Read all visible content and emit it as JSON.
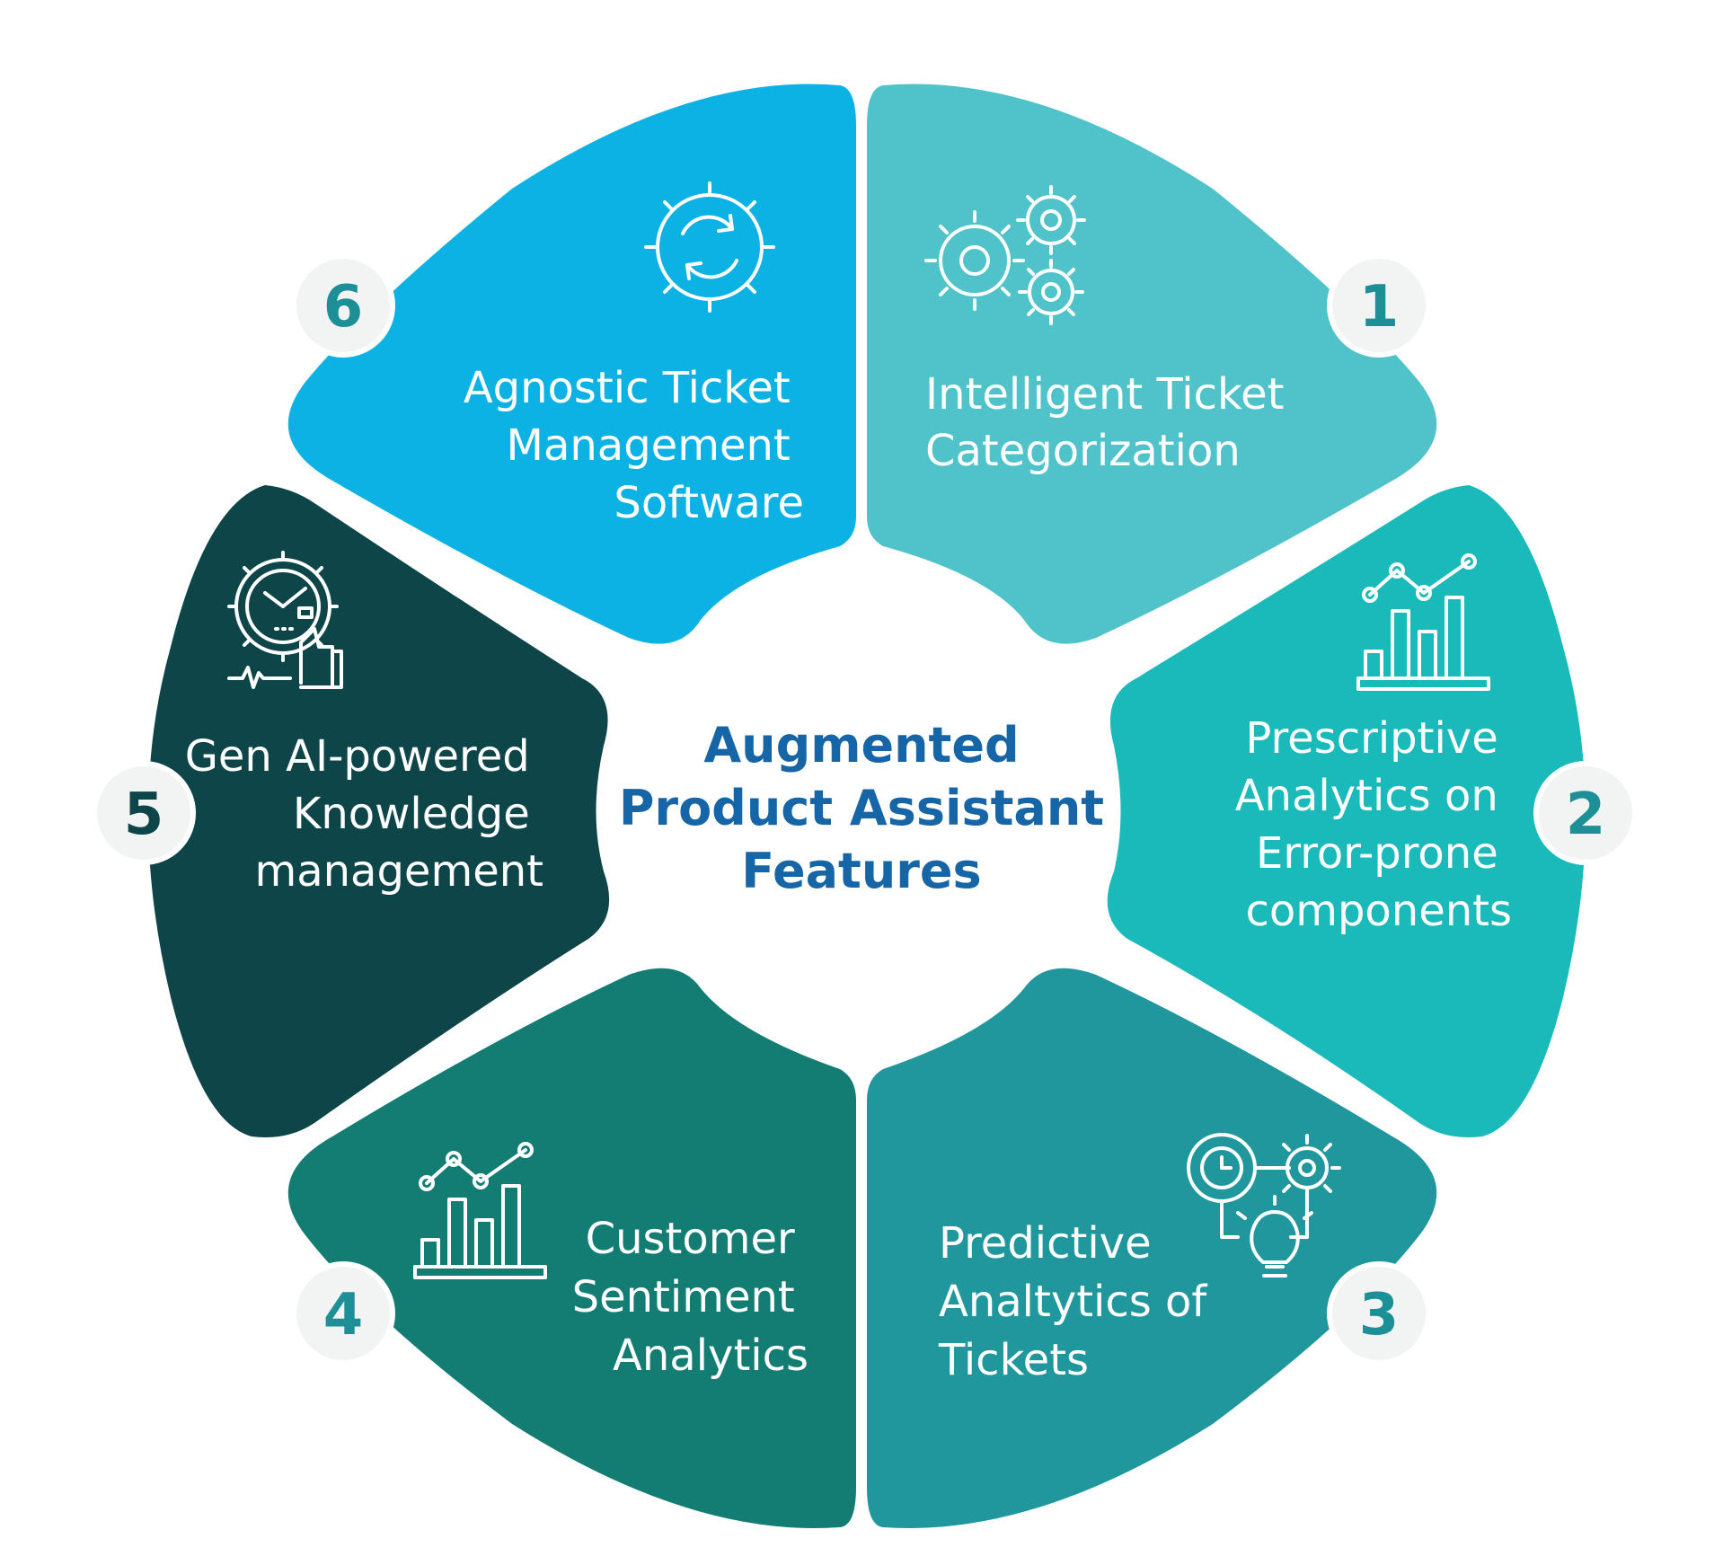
{
  "diagram": {
    "center_title": [
      "Augmented",
      "Product Assistant",
      "Features"
    ],
    "colors": {
      "center_title": "#1665a6",
      "badge_fill": "#f2f3f3",
      "badge_text": "#1c8f97"
    },
    "segments": [
      {
        "number": "1",
        "label_lines": [
          "Intelligent Ticket",
          "Categorization"
        ],
        "color": "#4fc3c9",
        "icon": "gears-icon"
      },
      {
        "number": "2",
        "label_lines": [
          "Prescriptive",
          "Analytics on",
          "Error-prone",
          "components"
        ],
        "color": "#1ab9ba",
        "icon": "bar-chart-trend-icon"
      },
      {
        "number": "3",
        "label_lines": [
          "Predictive",
          "Analtytics of",
          "Tickets"
        ],
        "color": "#20979d",
        "icon": "clock-gear-bulb-icon"
      },
      {
        "number": "4",
        "label_lines": [
          "Customer",
          "Sentiment",
          "Analytics"
        ],
        "color": "#137d73",
        "icon": "bar-chart-trend-icon"
      },
      {
        "number": "5",
        "label_lines": [
          "Gen AI-powered",
          "Knowledge",
          "management"
        ],
        "color": "#0d4549",
        "icon": "gear-clock-thumbs-up-icon"
      },
      {
        "number": "6",
        "label_lines": [
          "Agnostic Ticket",
          "Management",
          "Software"
        ],
        "color": "#0db2e4",
        "icon": "gear-refresh-icon"
      }
    ]
  }
}
